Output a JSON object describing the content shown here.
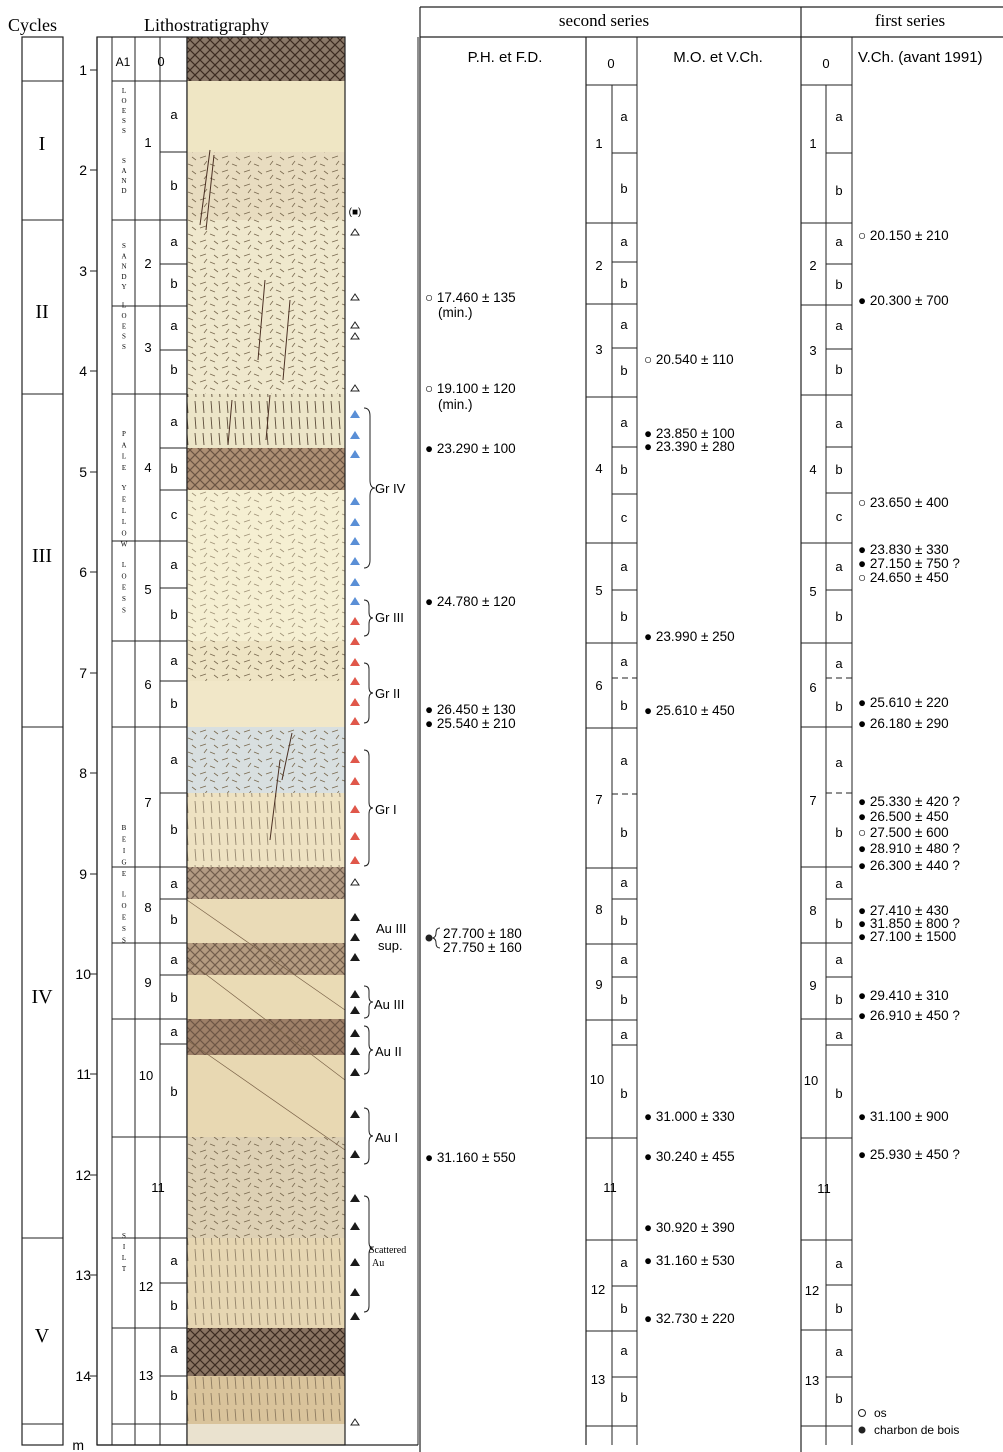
{
  "headers": {
    "cycles": "Cycles",
    "litho": "Lithostratigraphy",
    "second_series": "second series",
    "first_series": "first series",
    "ph": "P.H. et F.D.",
    "mo": "M.O. et V.Ch.",
    "vch": "V.Ch. (avant 1991)",
    "zero_litho": "0",
    "zero_mo": "0",
    "zero_vch": "0",
    "a1": "A1"
  },
  "cycles": [
    "I",
    "II",
    "III",
    "IV",
    "V"
  ],
  "meters": [
    "1",
    "2",
    "3",
    "4",
    "5",
    "6",
    "7",
    "8",
    "9",
    "10",
    "11",
    "12",
    "13",
    "14"
  ],
  "meter_unit": "m",
  "units": [
    {
      "n": "1",
      "a": "a",
      "b": "b"
    },
    {
      "n": "2",
      "a": "a",
      "b": "b"
    },
    {
      "n": "3",
      "a": "a",
      "b": "b"
    },
    {
      "n": "4",
      "a": "a",
      "b": "b",
      "c": "c"
    },
    {
      "n": "5",
      "a": "a",
      "b": "b"
    },
    {
      "n": "6",
      "a": "a",
      "b": "b"
    },
    {
      "n": "7",
      "a": "a",
      "b": "b"
    },
    {
      "n": "8",
      "a": "a",
      "b": "b"
    },
    {
      "n": "9",
      "a": "a",
      "b": "b"
    },
    {
      "n": "10",
      "a": "a",
      "b": "b"
    },
    {
      "n": "11"
    },
    {
      "n": "12",
      "a": "a",
      "b": "b"
    },
    {
      "n": "13",
      "a": "a",
      "b": "b"
    }
  ],
  "facies": [
    "LOESS",
    "SAND",
    "SANDY LOESS",
    "PALE YELLOW LOESS",
    "BEIGE LOESS",
    "SILT"
  ],
  "archaeo": {
    "gr4": "Gr IV",
    "gr3": "Gr III",
    "gr2": "Gr II",
    "gr1": "Gr I",
    "au3sup_1": "Au III",
    "au3sup_2": "sup.",
    "au3": "Au III",
    "au2": "Au II",
    "au1": "Au I",
    "scat_1": "Scattered",
    "scat_2": "Au",
    "bracket_mark": "(■)"
  },
  "dates_ph": [
    {
      "t": "○ 17.460 ± 135"
    },
    {
      "t": "(min.)"
    },
    {
      "t": "○ 19.100 ± 120"
    },
    {
      "t": "(min.)"
    },
    {
      "t": "● 23.290 ± 100"
    },
    {
      "t": "● 24.780 ± 120"
    },
    {
      "t": "● 26.450 ± 130"
    },
    {
      "t": "● 25.540 ± 210"
    },
    {
      "t": "27.700 ± 180"
    },
    {
      "t": "27.750 ± 160"
    },
    {
      "t": "● 31.160 ± 550"
    }
  ],
  "dates_mo": [
    {
      "t": "○ 20.540 ± 110"
    },
    {
      "t": "● 23.850 ± 100"
    },
    {
      "t": "● 23.390 ± 280"
    },
    {
      "t": "● 23.990 ± 250"
    },
    {
      "t": "● 25.610 ± 450"
    },
    {
      "t": "● 31.000 ± 330"
    },
    {
      "t": "● 30.240 ± 455"
    },
    {
      "t": "● 30.920 ± 390"
    },
    {
      "t": "● 31.160 ± 530"
    },
    {
      "t": "● 32.730 ± 220"
    }
  ],
  "dates_vch": [
    {
      "t": "○ 20.150 ± 210"
    },
    {
      "t": "● 20.300 ± 700"
    },
    {
      "t": "○ 23.650 ± 400"
    },
    {
      "t": "● 23.830 ± 330"
    },
    {
      "t": "● 27.150 ± 750 ?"
    },
    {
      "t": "○ 24.650 ± 450"
    },
    {
      "t": "● 25.610 ± 220"
    },
    {
      "t": "● 26.180 ± 290"
    },
    {
      "t": "● 25.330 ± 420 ?"
    },
    {
      "t": "● 26.500 ± 450"
    },
    {
      "t": "○ 27.500 ± 600"
    },
    {
      "t": "● 28.910 ± 480 ?"
    },
    {
      "t": "● 26.300 ± 440 ?"
    },
    {
      "t": "● 27.410 ± 430"
    },
    {
      "t": "● 31.850 ± 800 ?"
    },
    {
      "t": "● 27.100 ± 1500"
    },
    {
      "t": "● 29.410 ± 310"
    },
    {
      "t": "● 26.910 ± 450 ?"
    },
    {
      "t": "● 31.100 ± 900"
    },
    {
      "t": "● 25.930 ± 450 ?"
    }
  ],
  "legend": {
    "os": "os",
    "charbon": "charbon de bois"
  }
}
